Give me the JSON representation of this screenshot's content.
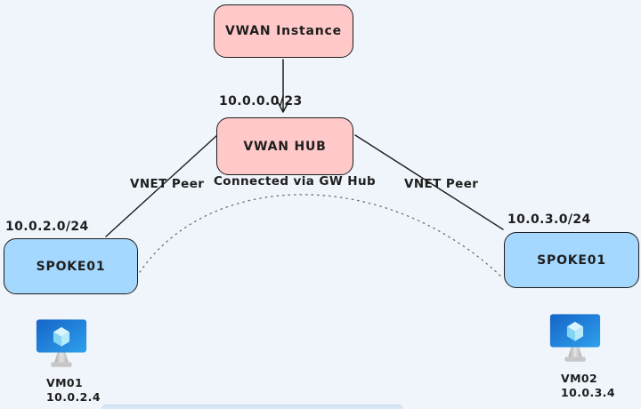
{
  "colors": {
    "background": "#eff5fb",
    "node_pink_fill": "#ffc9c9",
    "node_blue_fill": "#a5d8ff",
    "stroke": "#1e1e1e",
    "dotted_line": "#6f6f6f",
    "vm_screen_blue": "#2086dc",
    "vm_cube_light": "#d8f4fe"
  },
  "nodes": {
    "vwan_instance": {
      "label": "VWAN Instance"
    },
    "vwan_hub": {
      "label": "VWAN HUB",
      "cidr": "10.0.0.0/23",
      "note": "Connected via GW Hub"
    },
    "spoke_left": {
      "label": "SPOKE01",
      "cidr": "10.0.2.0/24"
    },
    "spoke_right": {
      "label": "SPOKE01",
      "cidr": "10.0.3.0/24"
    }
  },
  "links": {
    "left_peer": {
      "label": "VNET Peer"
    },
    "right_peer": {
      "label": "VNET Peer"
    },
    "hub_arrow": {
      "description": "arrow from VWAN Instance to VWAN HUB"
    },
    "spoke_to_spoke": {
      "style": "dotted-arc"
    }
  },
  "vms": {
    "vm_left": {
      "name": "VM01",
      "ip": "10.0.2.4"
    },
    "vm_right": {
      "name": "VM02",
      "ip": "10.0.3.4"
    }
  }
}
